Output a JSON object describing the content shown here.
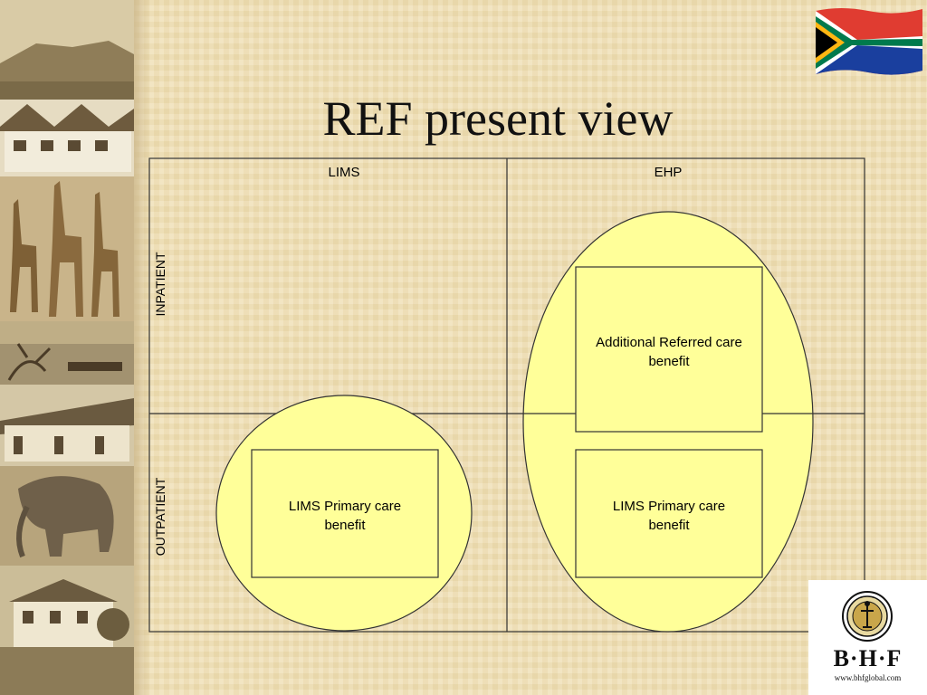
{
  "slide": {
    "title": "REF present view"
  },
  "diagram": {
    "columns": [
      "LIMS",
      "EHP"
    ],
    "rows": [
      "INPATIENT",
      "OUTPATIENT"
    ],
    "boxes": [
      {
        "label": "Additional Referred care benefit"
      },
      {
        "label": "LIMS Primary care benefit"
      },
      {
        "label": "LIMS Primary care benefit"
      }
    ]
  },
  "logo": {
    "text": "B·H·F",
    "url": "www.bhfglobal.com"
  },
  "colors": {
    "ellipse_fill": "#ffff99",
    "line": "#333333",
    "background": "#efdfb4"
  },
  "icons": [
    "south-africa-flag-icon",
    "bhf-seal-icon"
  ]
}
